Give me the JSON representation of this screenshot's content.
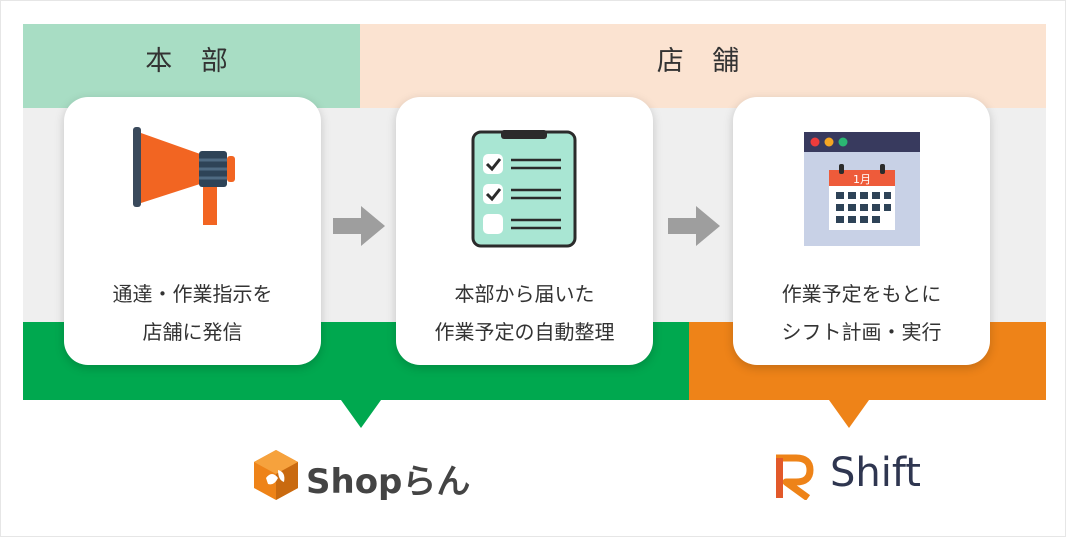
{
  "headers": {
    "hq": "本 部",
    "store": "店 舗"
  },
  "cards": [
    {
      "icon": "megaphone-icon",
      "line1": "通達・作業指示を",
      "line2": "店舗に発信"
    },
    {
      "icon": "checklist-clipboard-icon",
      "line1": "本部から届いた",
      "line2": "作業予定の自動整理"
    },
    {
      "icon": "calendar-icon",
      "line1": "作業予定をもとに",
      "line2": "シフト計画・実行",
      "calendar_month": "1月"
    }
  ],
  "logos": {
    "shopran": "Shopらん",
    "rshift": "Shift"
  },
  "colors": {
    "hq_band": "#a8ddc4",
    "store_band": "#fbe3d1",
    "green": "#00a84f",
    "orange": "#ee8318",
    "megaphone": "#f26522"
  }
}
